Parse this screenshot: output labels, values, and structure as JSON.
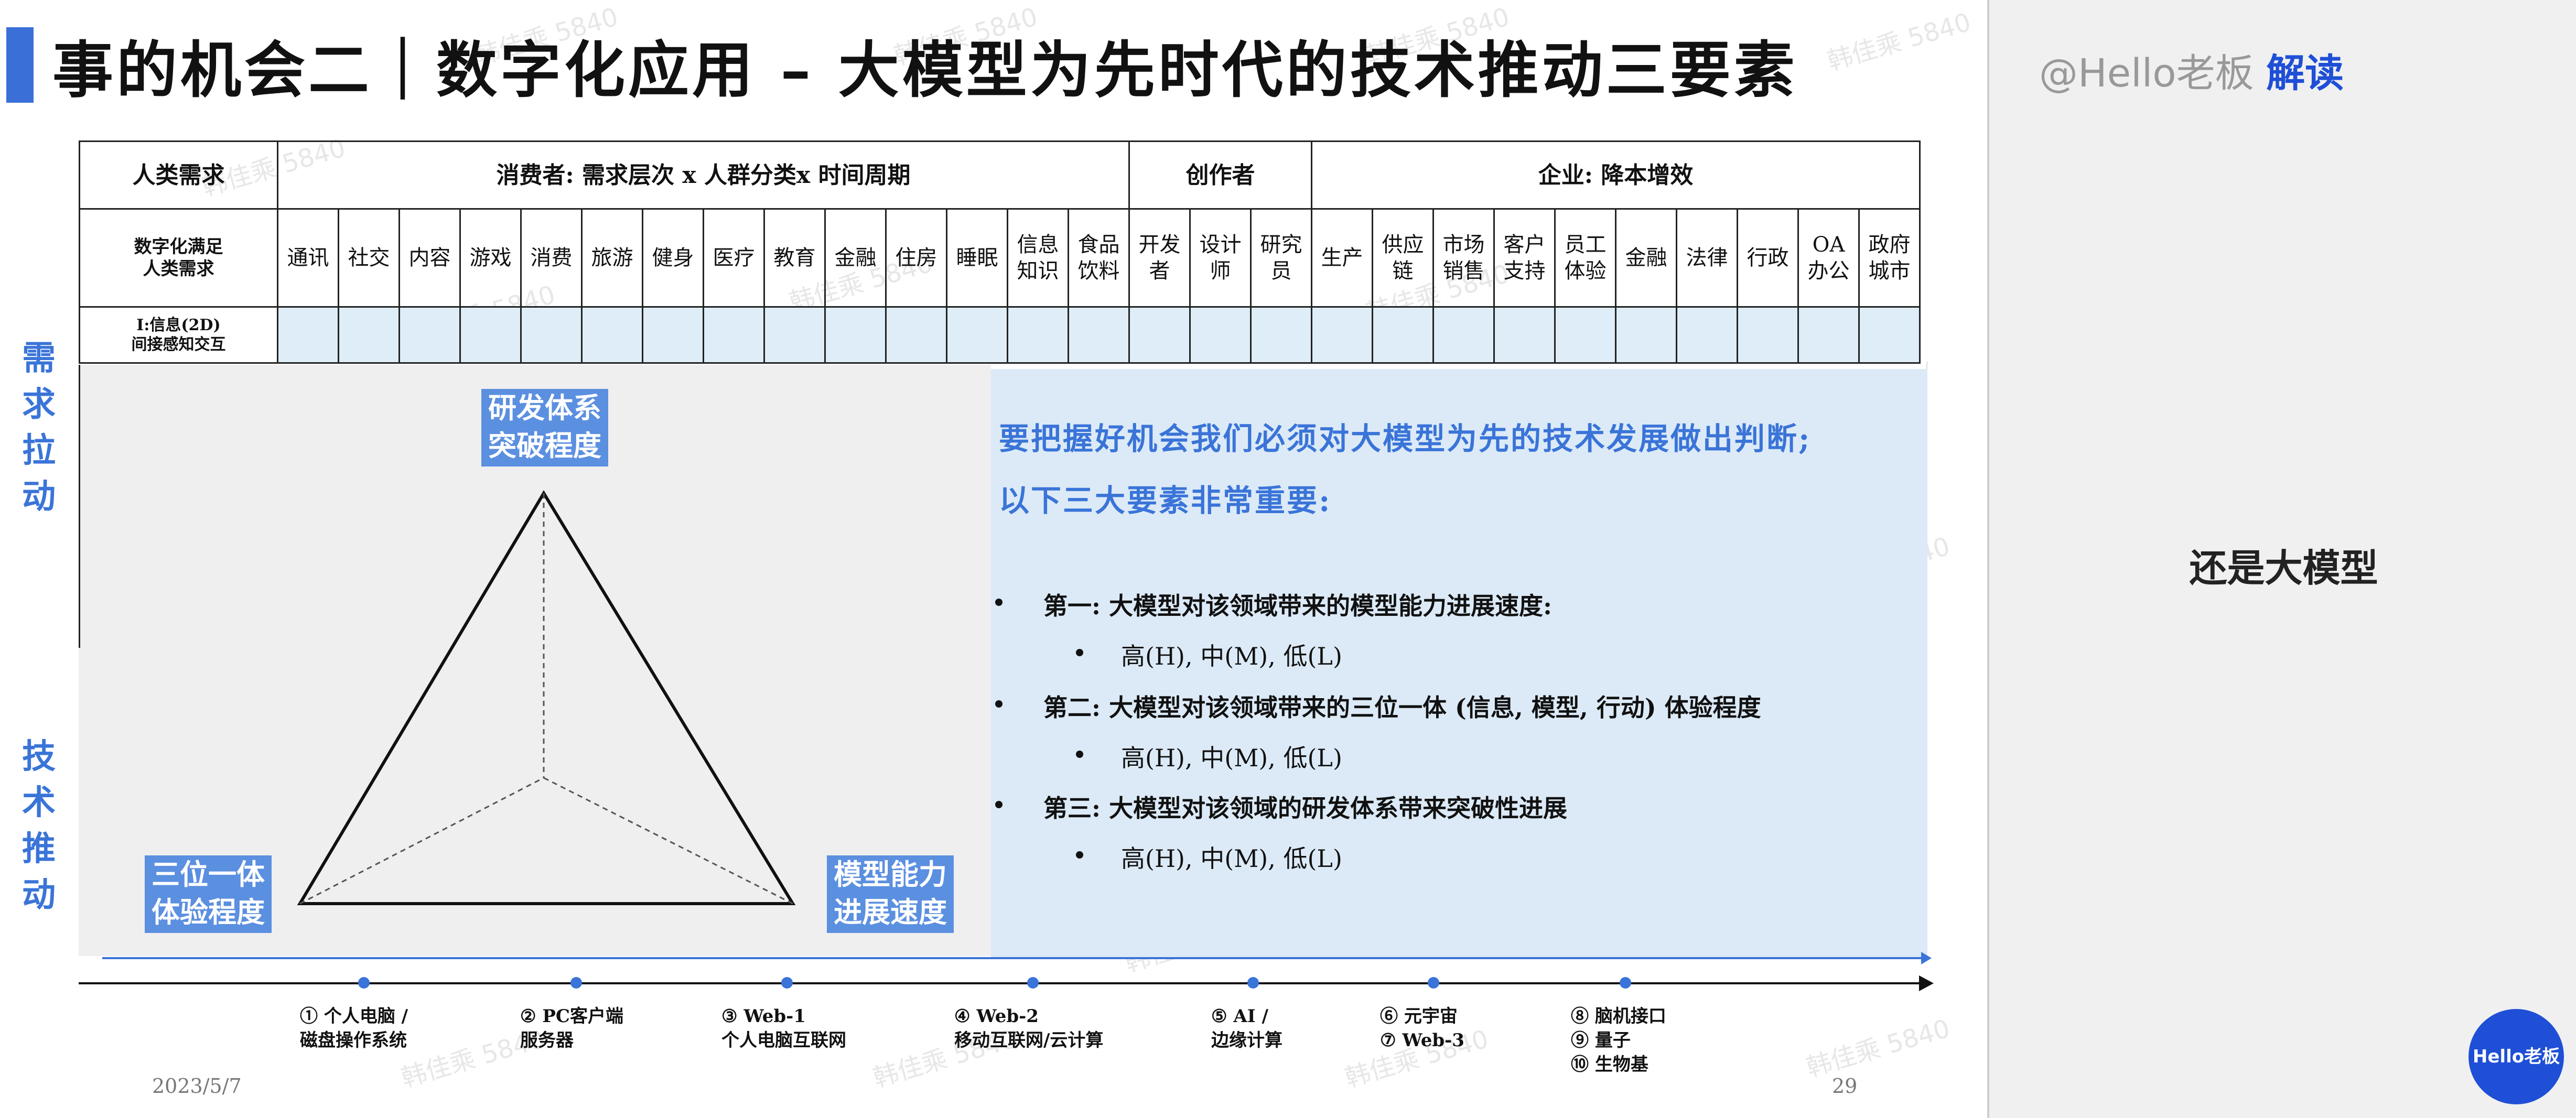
{
  "slide": {
    "title": "事的机会二｜数字化应用 – 大模型为先时代的技术推动三要素",
    "table": {
      "header_row": {
        "label": "人类需求",
        "groups": [
          {
            "label": "消费者:  需求层次 x 人群分类x 时间周期",
            "span": 14
          },
          {
            "label": "创作者",
            "span": 3
          },
          {
            "label": "企业:  降本增效",
            "span": 10
          }
        ]
      },
      "category_row": {
        "label": "数字化满足\n人类需求",
        "items": [
          "通讯",
          "社交",
          "内容",
          "游戏",
          "消费",
          "旅游",
          "健身",
          "医疗",
          "教育",
          "金融",
          "住房",
          "睡眠",
          "信息\n知识",
          "食品\n饮料",
          "开发\n者",
          "设计\n师",
          "研究\n员",
          "生产",
          "供应\n链",
          "市场\n销售",
          "客户\n支持",
          "员工\n体验",
          "金融",
          "法律",
          "行政",
          "OA\n办公",
          "政府\n城市"
        ]
      },
      "info_row": {
        "label": "I:信息(2D)\n间接感知交互"
      }
    },
    "side_labels": {
      "demand": "需\n求\n拉\n动",
      "tech": "技\n术\n推\n动"
    },
    "triangle_tags": {
      "top": "研发体系\n突破程度",
      "left": "三位一体\n体验程度",
      "right": "模型能力\n进展速度"
    },
    "panel": {
      "heading_1": "要把握好机会我们必须对大模型为先的技术发展做出判断;",
      "heading_2": "以下三大要素非常重要:",
      "bullets": [
        {
          "text": "第一:  大模型对该领域带来的模型能力进展速度:",
          "sub": "高(H),  中(M),  低(L)"
        },
        {
          "text": "第二:  大模型对该领域带来的三位一体 (信息,  模型,  行动) 体验程度",
          "sub": "高(H),  中(M),  低(L)"
        },
        {
          "text": "第三:  大模型对该领域的研发体系带来突破性进展",
          "sub": "高(H),  中(M),  低(L)"
        }
      ]
    },
    "timeline": {
      "milestones": [
        "① 个人电脑 /\n磁盘操作系统",
        "② PC客户端\n服务器",
        "③ Web-1\n个人电脑互联网",
        "④ Web-2\n移动互联网/云计算",
        "⑤ AI /\n边缘计算",
        "⑥ 元宇宙\n⑦ Web-3",
        "⑧ 脑机接口\n⑨ 量子\n⑩ 生物基"
      ]
    },
    "footer": {
      "date": "2023/5/7",
      "page": "29"
    },
    "watermark": "韩佳乘 5840"
  },
  "sidebar": {
    "handle": "@Hello老板",
    "handle_suffix": "解读",
    "main_text": "还是大模型",
    "logo_text": "Hello老板"
  },
  "colors": {
    "accent_blue": "#3a74d8",
    "panel_blue": "#dceaf7",
    "brand_blue": "#1f4fd6"
  }
}
